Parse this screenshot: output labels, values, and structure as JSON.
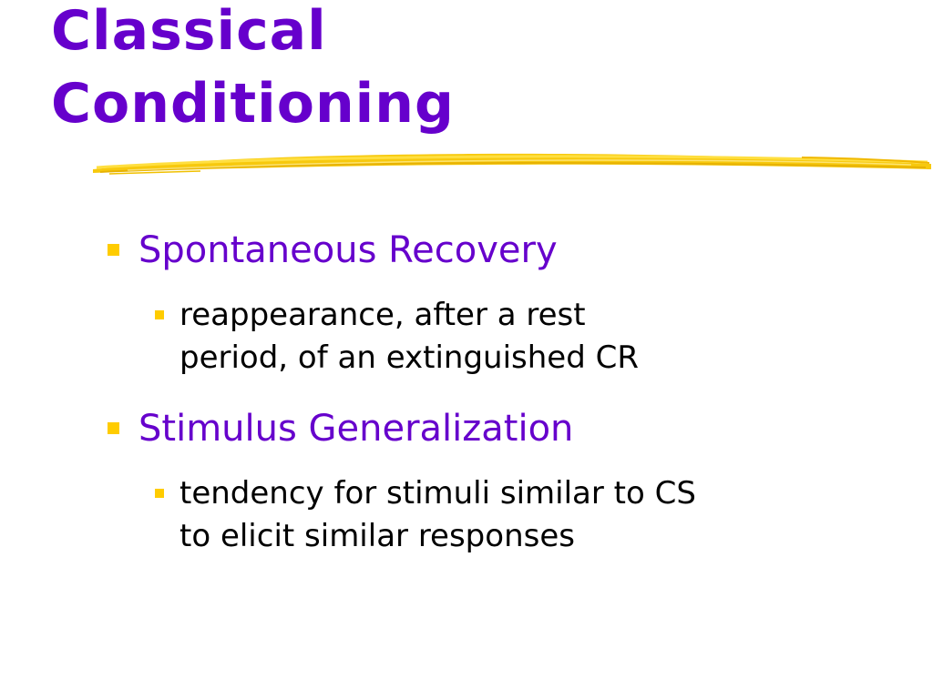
{
  "slide": {
    "title_line1": "Classical",
    "title_line2": "Conditioning",
    "title_color": "#6600cc",
    "accent_color": "#ffcc00",
    "bullets": [
      {
        "text": "Spontaneous Recovery",
        "sub": {
          "line1": "reappearance, after a rest",
          "line2": "period, of an extinguished CR"
        }
      },
      {
        "text": "Stimulus Generalization",
        "sub": {
          "line1": "tendency for stimuli similar to CS",
          "line2": "to elicit similar responses"
        }
      }
    ]
  }
}
